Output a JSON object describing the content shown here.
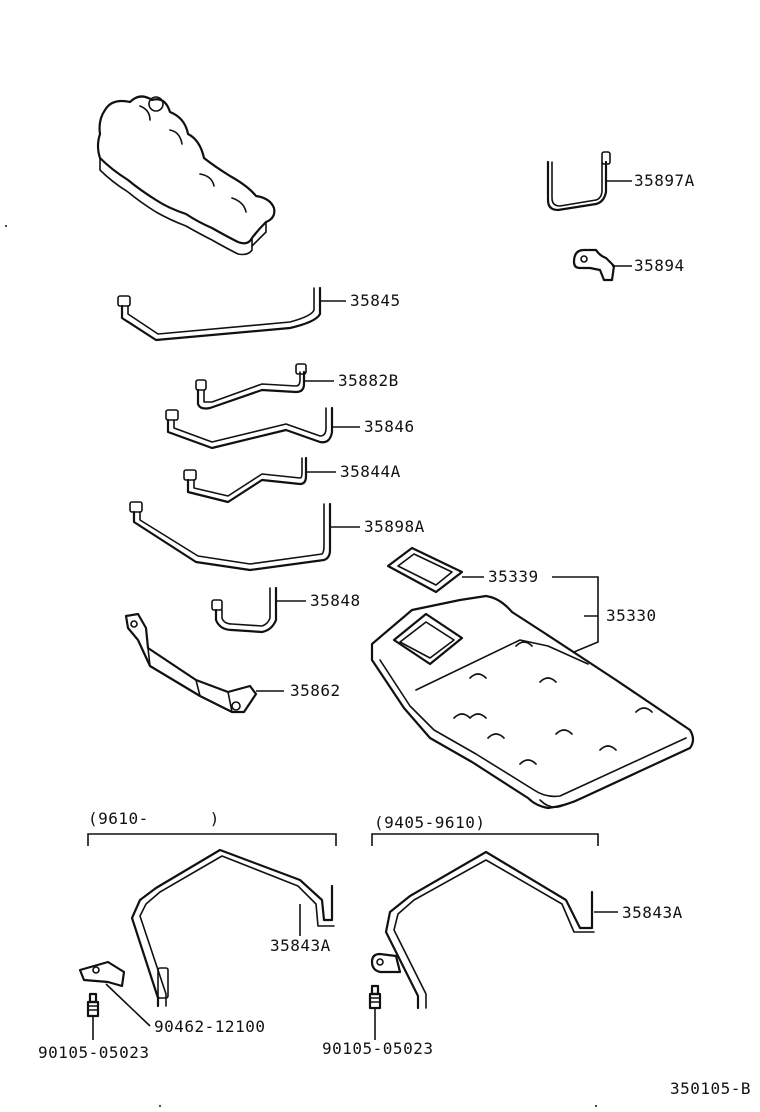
{
  "parts": {
    "p35897A": "35897A",
    "p35894": "35894",
    "p35845": "35845",
    "p35882B": "35882B",
    "p35846": "35846",
    "p35844A": "35844A",
    "p35898A": "35898A",
    "p35339": "35339",
    "p35330": "35330",
    "p35848": "35848",
    "p35862": "35862",
    "p35843A_left": "35843A",
    "p35843A_right": "35843A",
    "p90462": "90462-12100",
    "p90105_left": "90105-05023",
    "p90105_right": "90105-05023"
  },
  "variants": {
    "left": "(9610-      )",
    "right": "(9405-9610)"
  },
  "figure_code": "350105-B"
}
